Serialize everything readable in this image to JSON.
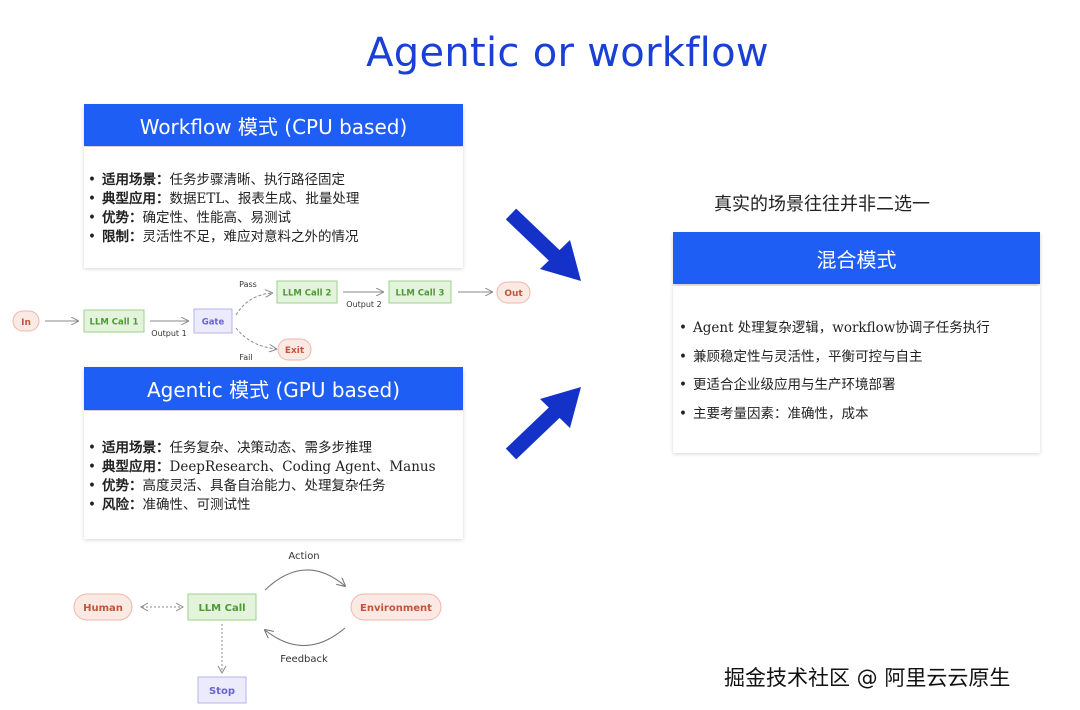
{
  "title": "Agentic or workflow",
  "workflow": {
    "header": "Workflow 模式 (CPU based)",
    "bullets": [
      {
        "label": "适用场景：",
        "text": "任务步骤清晰、执行路径固定"
      },
      {
        "label": "典型应用：",
        "text": "数据ETL、报表生成、批量处理"
      },
      {
        "label": "优势：",
        "text": "确定性、性能高、易测试"
      },
      {
        "label": "限制：",
        "text": "灵活性不足，难应对意料之外的情况"
      }
    ],
    "diagram": {
      "in": "In",
      "llm1": "LLM Call 1",
      "output1": "Output 1",
      "gate": "Gate",
      "pass": "Pass",
      "fail": "Fail",
      "llm2": "LLM Call 2",
      "output2": "Output 2",
      "llm3": "LLM Call 3",
      "out": "Out",
      "exit": "Exit"
    }
  },
  "agentic": {
    "header": "Agentic 模式 (GPU based)",
    "bullets": [
      {
        "label": "适用场景：",
        "text": "任务复杂、决策动态、需多步推理"
      },
      {
        "label": "典型应用：",
        "text": "DeepResearch、Coding Agent、Manus"
      },
      {
        "label": "优势：",
        "text": "高度灵活、具备自治能力、处理复杂任务"
      },
      {
        "label": "风险：",
        "text": "准确性、可测试性"
      }
    ],
    "diagram": {
      "human": "Human",
      "llm": "LLM Call",
      "environment": "Environment",
      "action": "Action",
      "feedback": "Feedback",
      "stop": "Stop"
    }
  },
  "hybrid": {
    "subtitle": "真实的场景往往并非二选一",
    "header": "混合模式",
    "bullets": [
      "Agent 处理复杂逻辑，workflow协调子任务执行",
      "兼顾稳定性与灵活性，平衡可控与自主",
      "更适合企业级应用与生产环境部署",
      "主要考量因素：准确性，成本"
    ]
  },
  "watermark": "掘金技术社区 @ 阿里云云原生",
  "colors": {
    "title": "#1a3fd6",
    "header_bg": "#1f5ef5",
    "arrow": "#1432c8",
    "llm_node_bg": "#e3f3dc",
    "llm_node_border": "#9cd08b",
    "llm_node_text": "#4e9a36",
    "gate_node_bg": "#ecebfb",
    "gate_node_border": "#b7b3ee",
    "gate_node_text": "#6a63cf",
    "io_node_bg": "#fbe9e4",
    "io_node_border": "#eeb7a8",
    "io_node_text": "#c2553b"
  }
}
